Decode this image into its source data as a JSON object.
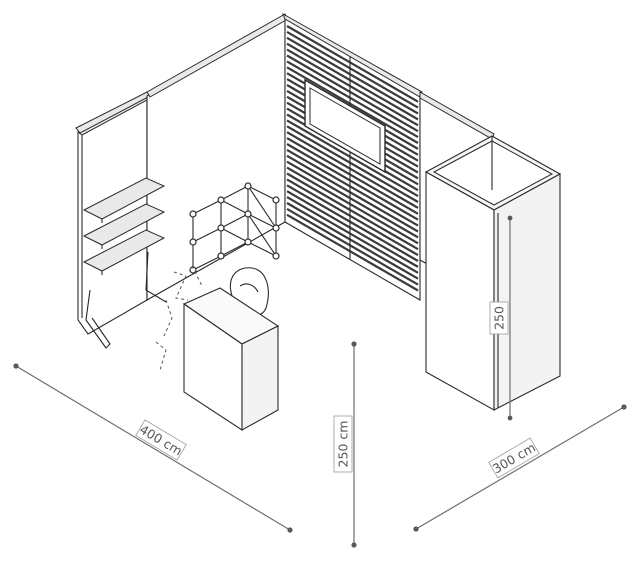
{
  "dimensions": {
    "width": "400 cm",
    "height": "250 cm",
    "depth": "300 cm",
    "cabinet_height": "250"
  }
}
